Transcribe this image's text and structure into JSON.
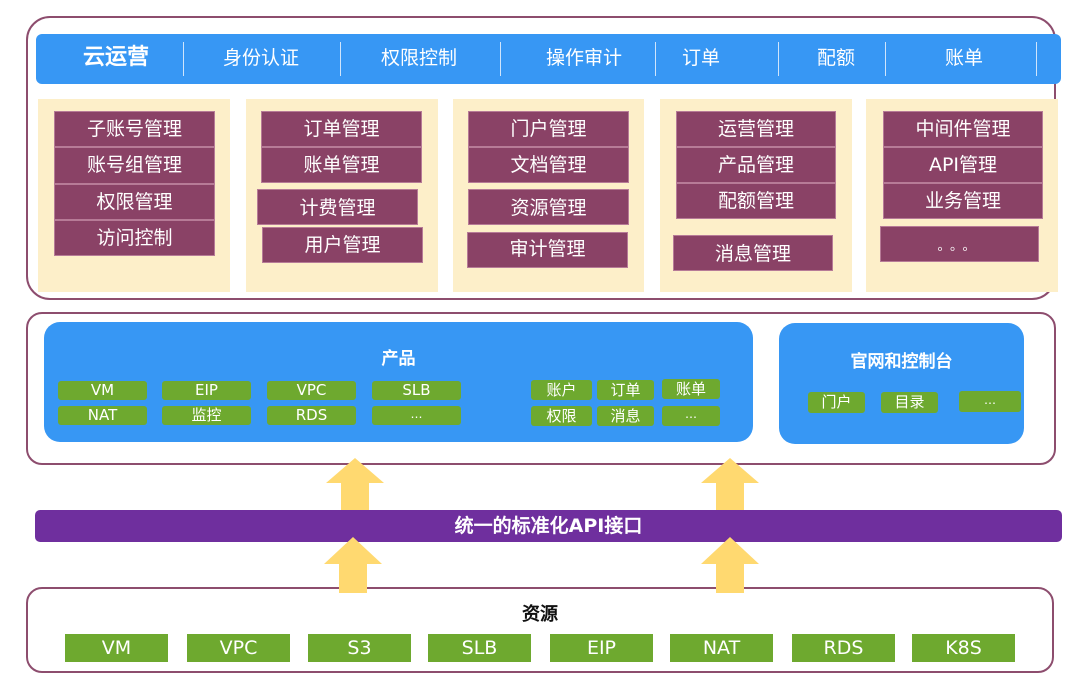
{
  "header": {
    "tabs": [
      {
        "label": "云运营"
      },
      {
        "label": "身份认证"
      },
      {
        "label": "权限控制"
      },
      {
        "label": "操作审计"
      },
      {
        "label": "订单"
      },
      {
        "label": "配额"
      },
      {
        "label": "账单"
      }
    ]
  },
  "modules": [
    {
      "items": [
        "子账号管理",
        "账号组管理",
        "权限管理",
        "访问控制"
      ]
    },
    {
      "items": [
        "订单管理",
        "账单管理",
        "计费管理",
        "用户管理"
      ]
    },
    {
      "items": [
        "门户管理",
        "文档管理",
        "资源管理",
        "审计管理"
      ]
    },
    {
      "items": [
        "运营管理",
        "产品管理",
        "配额管理",
        "消息管理"
      ]
    },
    {
      "items": [
        "中间件管理",
        "API管理",
        "业务管理",
        "。。。"
      ]
    }
  ],
  "products": {
    "title": "产品",
    "left_grid": [
      "VM",
      "EIP",
      "VPC",
      "SLB",
      "NAT",
      "监控",
      "RDS",
      "…"
    ],
    "right_grid": [
      "账户",
      "订单",
      "账单",
      "权限",
      "消息",
      "…"
    ]
  },
  "console": {
    "title": "官网和控制台",
    "items": [
      "门户",
      "目录",
      "…"
    ]
  },
  "api_bar": {
    "label": "统一的标准化API接口"
  },
  "resources": {
    "title": "资源",
    "items": [
      "VM",
      "VPC",
      "S3",
      "SLB",
      "EIP",
      "NAT",
      "RDS",
      "K8S"
    ]
  },
  "colors": {
    "header_blue": "#3797f4",
    "module_purple": "#8a4266",
    "module_bg": "#fdefc9",
    "green": "#6ea92f",
    "api_purple": "#6f2f9e",
    "arrow_yellow": "#ffd970",
    "frame_border": "#8d4d6e"
  }
}
